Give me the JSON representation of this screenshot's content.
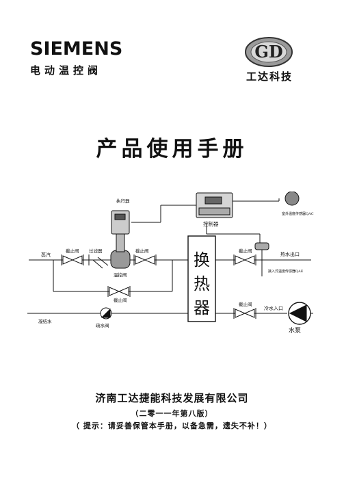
{
  "header": {
    "brand": "SIEMENS",
    "brand_sub": "电动温控阀",
    "logo_letters": "GD",
    "logo_sub": "工达科技"
  },
  "title": "产品使用手册",
  "diagram": {
    "actuator": "执行器",
    "controller": "控制器",
    "outdoor_sensor": "室外温度传感器QAC",
    "steam": "蒸汽",
    "stop_valve_1": "截止阀",
    "filter": "过滤器",
    "stop_valve_2": "截止阀",
    "temp_valve": "温控阀",
    "bypass_valve": "截止阀",
    "exchanger": [
      "换",
      "热",
      "器"
    ],
    "hot_stop_valve": "截止阀",
    "hot_out": "热水出口",
    "immersion_sensor": "接入式温度传感器QAE",
    "condensate": "凝结水",
    "trap": "疏水阀",
    "cold_stop_valve": "截止阀",
    "cold_in": "冷水入口",
    "pump": "水泵"
  },
  "footer": {
    "company": "济南工达捷能科技发展有限公司",
    "edition": "（二零一一年第八版）",
    "tip": "（ 提示：请妥善保管本手册，以备急需，遗失不补！）"
  }
}
